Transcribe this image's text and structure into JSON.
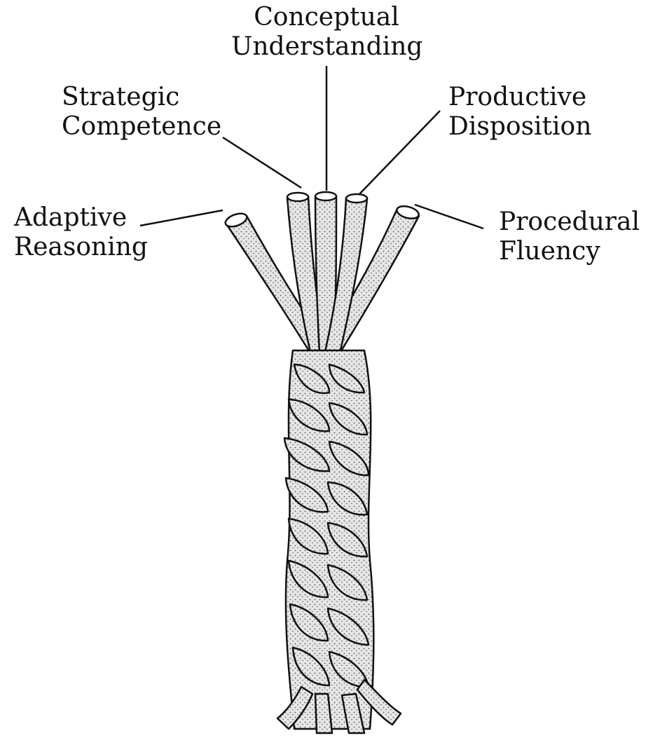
{
  "labels": {
    "conceptual": {
      "line1": "Conceptual",
      "line2": "Understanding"
    },
    "strategic": {
      "line1": "Strategic",
      "line2": "Competence"
    },
    "productive": {
      "line1": "Productive",
      "line2": "Disposition"
    },
    "adaptive": {
      "line1": "Adaptive",
      "line2": "Reasoning"
    },
    "procedural": {
      "line1": "Procedural",
      "line2": "Fluency"
    }
  },
  "colors": {
    "ink": "#111111",
    "strand_fill": "#e4e4e4",
    "stipple": "#555555",
    "background": "#ffffff"
  }
}
